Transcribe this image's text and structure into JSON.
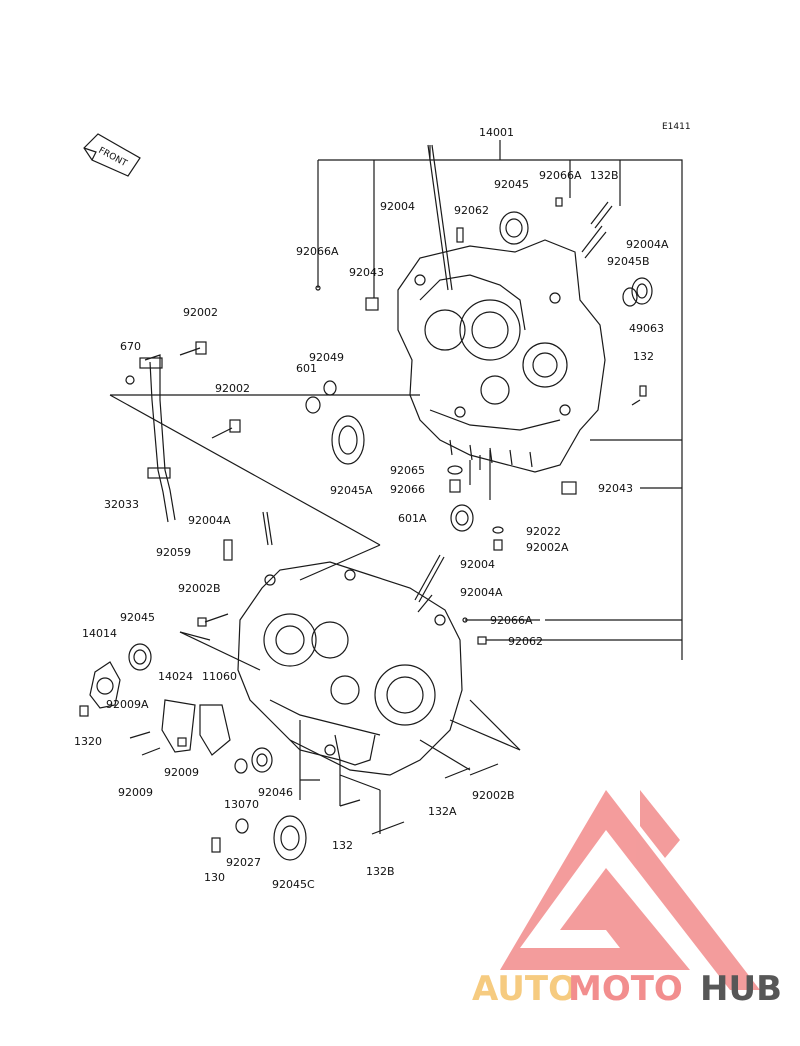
{
  "diagram_code": "E1411",
  "front_label": "FRONT",
  "labels": {
    "p14001": "14001",
    "p92066A_top": "92066A",
    "p132B_top": "132B",
    "p92004_top": "92004",
    "p92062_top": "92062",
    "p92045_top": "92045",
    "p92004A_top": "92004A",
    "p92066A_left": "92066A",
    "p92043_top": "92043",
    "p92045B": "92045B",
    "p49063": "49063",
    "p92002_a": "92002",
    "p670": "670",
    "p92049": "92049",
    "p601": "601",
    "p132_right": "132",
    "p92002_b": "92002",
    "p92045A": "92045A",
    "p92065": "92065",
    "p92066": "92066",
    "p92043_right": "92043",
    "p32033": "32033",
    "p92004A_mid": "92004A",
    "p601A": "601A",
    "p92022": "92022",
    "p92002A": "92002A",
    "p92059": "92059",
    "p92004_mid": "92004",
    "p92004A_mid2": "92004A",
    "p92002B_left": "92002B",
    "p92045_left": "92045",
    "p92066A_mid": "92066A",
    "p14014": "14014",
    "p92062_mid": "92062",
    "p14024": "14024",
    "p11060": "11060",
    "p92009A": "92009A",
    "p1320": "1320",
    "p92009_a": "92009",
    "p92009_b": "92009",
    "p92046": "92046",
    "p13070": "13070",
    "p132A": "132A",
    "p92002B_right": "92002B",
    "p132_bottom": "132",
    "p92027": "92027",
    "p130": "130",
    "p92045C": "92045C",
    "p132B_bottom": "132B"
  },
  "watermark": {
    "part1": "AUTO",
    "part2": "MOTO",
    "part3": "HUB",
    "color1": "#f5c26b",
    "color2": "#f07b7b",
    "color3": "#3a3a3a",
    "triangle_color": "#f28b8b"
  }
}
